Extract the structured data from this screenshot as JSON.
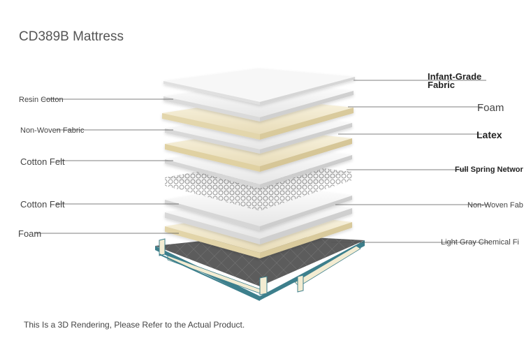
{
  "title": "CD389B Mattress",
  "layers_left": [
    {
      "label": "Resin Cotton"
    },
    {
      "label": "Non-Woven Fabric"
    },
    {
      "label": "Cotton Felt"
    },
    {
      "label": "Cotton Felt"
    },
    {
      "label": "Foam"
    }
  ],
  "layers_right": [
    {
      "label_line1": "Infant-Grade",
      "label_line2": "Fabric"
    },
    {
      "label": "Foam"
    },
    {
      "label": "Latex"
    },
    {
      "label": "Full Spring Networ"
    },
    {
      "label": "Non-Woven Fab"
    },
    {
      "label": "Light Gray Chemical Fi"
    }
  ],
  "footnote": "This Is a 3D Rendering, Please Refer to the Actual Product.",
  "colors": {
    "white_layer": "#f4f4f4",
    "cream_layer": "#f1ead0",
    "latex_layer": "#ece0bf",
    "spring": "#9a9a9a",
    "base_dark": "#5a5a5a",
    "frame_teal": "#3d7f8c",
    "frame_cream": "#f3ecd2"
  }
}
